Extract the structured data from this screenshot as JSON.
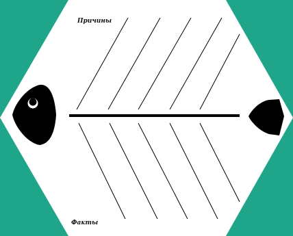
{
  "diagram": {
    "labels": {
      "causes": "Причины",
      "facts": "Факты"
    },
    "colors": {
      "background": "#1fa58a",
      "card": "#ffffff",
      "ink": "#000000"
    },
    "bones_per_side": 5,
    "head_icon": "fish-head-icon",
    "tail_icon": "fish-tail-icon"
  }
}
